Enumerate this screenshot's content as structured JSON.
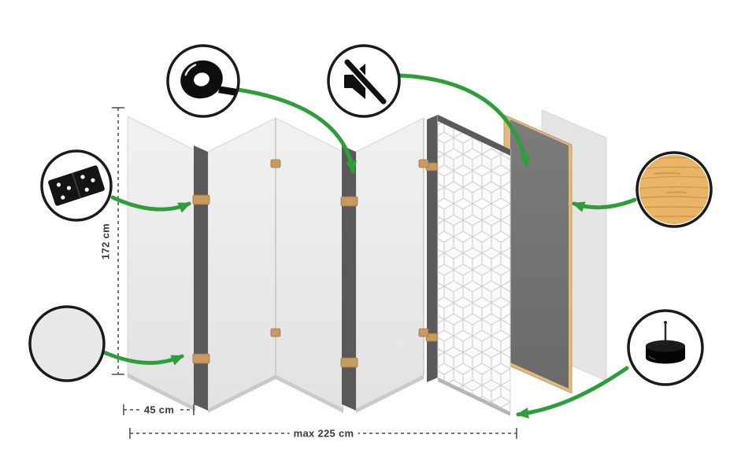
{
  "diagram": {
    "type": "product-construction-infographic",
    "subject": "folding-screen-room-divider",
    "dimensions": {
      "height_label": "172 cm",
      "panel_width_label": "45 cm",
      "total_width_label": "max 225 cm"
    },
    "callouts": [
      {
        "id": "tape",
        "icon": "tape-roll-icon",
        "position": "top-left"
      },
      {
        "id": "mute",
        "icon": "muted-speaker-icon",
        "position": "top-center"
      },
      {
        "id": "hinge",
        "icon": "hinge-icon",
        "position": "left"
      },
      {
        "id": "fabric",
        "icon": "fabric-texture-icon",
        "position": "bottom-left"
      },
      {
        "id": "wood",
        "icon": "wood-texture-icon",
        "position": "right"
      },
      {
        "id": "felt_pad",
        "icon": "felt-pad-icon",
        "position": "bottom-right"
      }
    ],
    "colors": {
      "arrow_green": "#2e9e3a",
      "panel_face": "#e9e9e9",
      "panel_edge_dark": "#595959",
      "hinge_wood": "#c79b5e",
      "pattern_line": "#c9c9c9",
      "core_panel_gray": "#747474",
      "frame_wood": "#dfba7e",
      "dimension_text": "#3a3a3a"
    }
  }
}
